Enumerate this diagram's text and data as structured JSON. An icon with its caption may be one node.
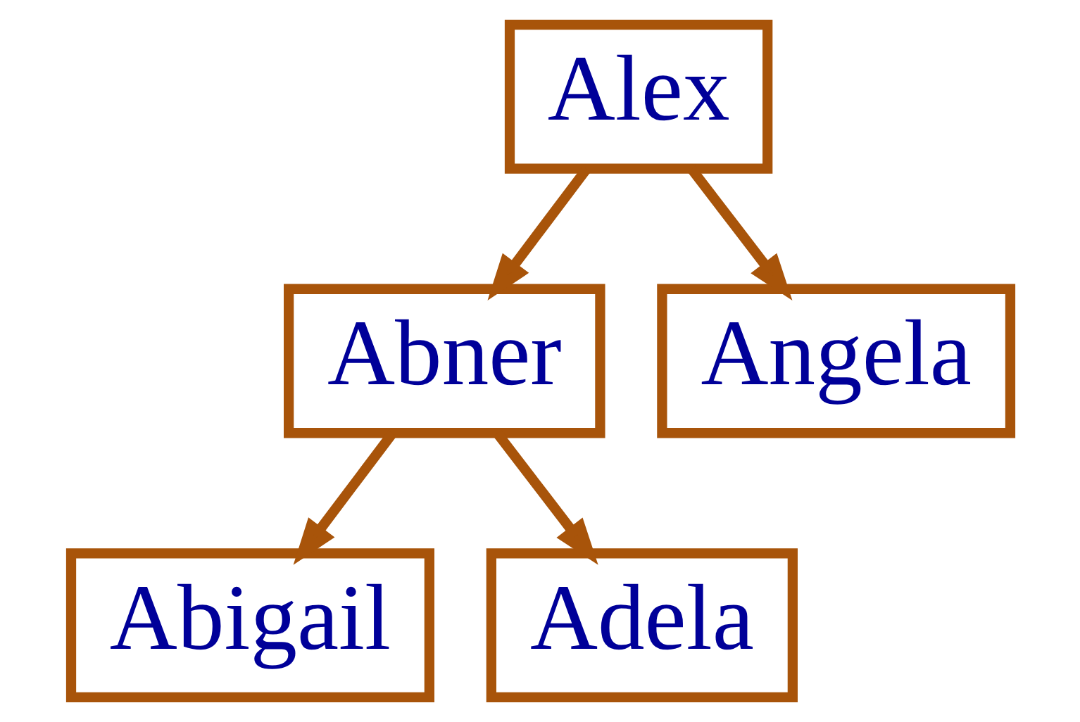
{
  "diagram": {
    "nodes": [
      {
        "text": [
          "Alex"
        ]
      },
      {
        "text": [
          "Abner"
        ]
      },
      {
        "text": [
          "Angela"
        ]
      },
      {
        "text": [
          "Abigail"
        ]
      },
      {
        "text": [
          "Adela"
        ]
      }
    ],
    "edges": [
      {
        "from": 0,
        "to": 1,
        "arrow": "to"
      },
      {
        "from": 0,
        "to": 2,
        "arrow": "to"
      },
      {
        "from": 1,
        "to": 3,
        "arrow": "to"
      },
      {
        "from": 1,
        "to": 4,
        "arrow": "to"
      }
    ]
  }
}
